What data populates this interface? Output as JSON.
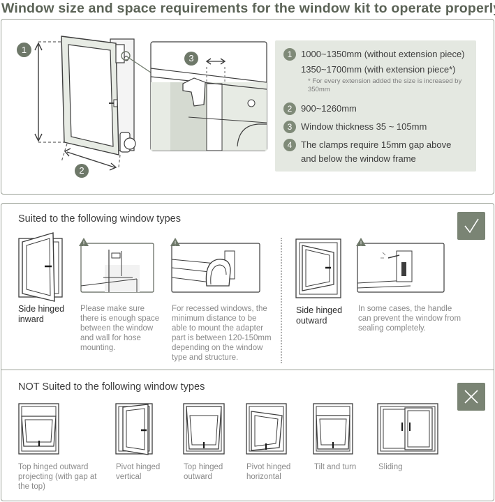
{
  "title": "Window size and space requirements for the window kit to operate properly",
  "diagram": {
    "num1": "1",
    "num2": "2",
    "num3": "3"
  },
  "specs": {
    "items": [
      {
        "badge": "1",
        "line1": "1000~1350mm (without extension piece)",
        "line2": "1350~1700mm (with extension piece*)",
        "note": "* For every extension added the size is increased by 350mm"
      },
      {
        "badge": "2",
        "line1": "900~1260mm"
      },
      {
        "badge": "3",
        "line1": "Window thickness 35 ~ 105mm"
      },
      {
        "badge": "4",
        "line1": "The clamps require 15mm gap above",
        "line2": "and below the window frame"
      }
    ]
  },
  "suited": {
    "heading": "Suited to the following window types",
    "check_icon": "check-icon",
    "side_inward": "Side hinged inward",
    "note_hose": "Please make sure there is enough space between the window and wall for hose mounting.",
    "note_recessed": "For recessed windows, the minimum distance to be able to mount the adapter part is between 120-150mm depending on the window type and structure.",
    "side_outward": "Side hinged outward",
    "note_handle": "In some cases, the handle can prevent the window from sealing completely."
  },
  "not_suited": {
    "heading": "NOT Suited to the following window types",
    "cross_icon": "cross-icon",
    "types": [
      "Top hinged outward projecting (with gap at the top)",
      "Pivot hinged vertical",
      "Top hinged outward",
      "Pivot hinged horizontal",
      "Tilt and turn",
      "Sliding"
    ]
  },
  "colors": {
    "accent": "#7a8474",
    "panel_bg": "#e4e8e1",
    "badge": "#6e7869"
  }
}
